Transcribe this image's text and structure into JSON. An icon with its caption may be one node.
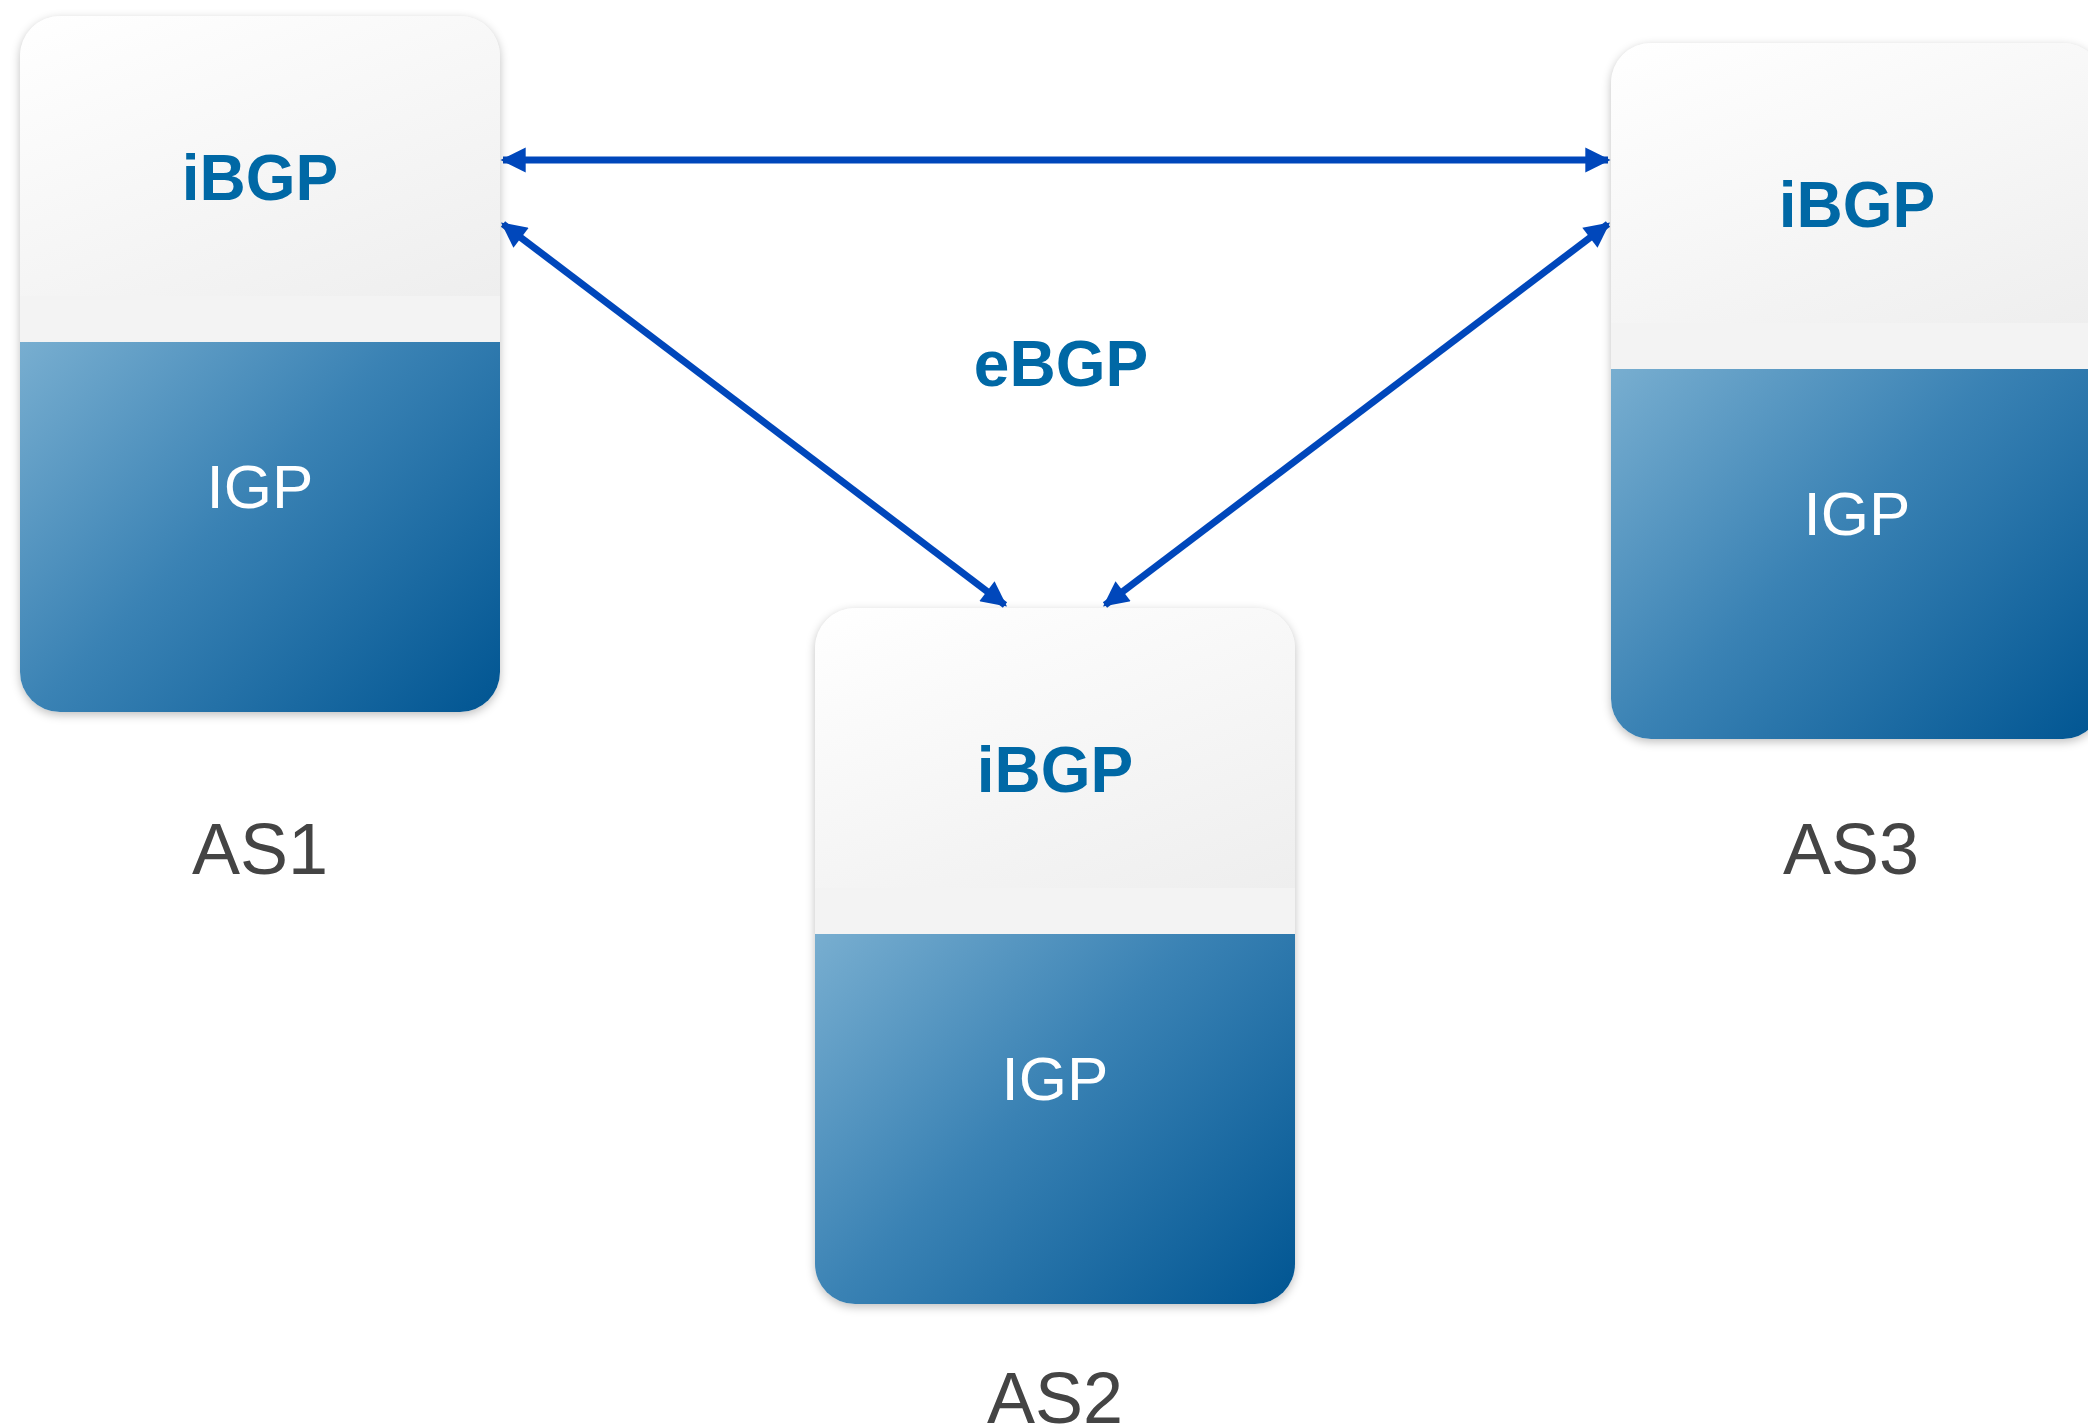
{
  "diagram": {
    "nodes": [
      {
        "text": [
          "iBGP",
          "IGP"
        ],
        "beside": [
          "AS1"
        ]
      },
      {
        "text": [
          "iBGP",
          "IGP"
        ],
        "beside": [
          "AS2"
        ]
      },
      {
        "text": [
          "iBGP",
          "IGP"
        ],
        "beside": [
          "AS3"
        ]
      }
    ],
    "edges": [
      {
        "from": 0,
        "to": 2,
        "arrow": "both"
      },
      {
        "from": 0,
        "to": 1,
        "arrow": "both"
      },
      {
        "from": 2,
        "to": 1,
        "arrow": "both"
      }
    ],
    "labels": [
      "eBGP"
    ]
  }
}
